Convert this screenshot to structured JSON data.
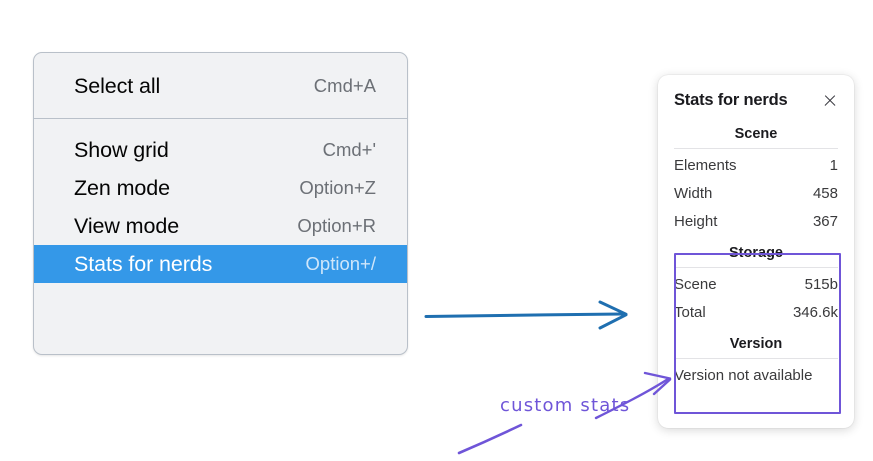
{
  "context_menu": {
    "groups": [
      {
        "items": [
          {
            "label": "Select all",
            "shortcut": "Cmd+A",
            "selected": false
          }
        ]
      },
      {
        "items": [
          {
            "label": "Show grid",
            "shortcut": "Cmd+'",
            "selected": false
          },
          {
            "label": "Zen mode",
            "shortcut": "Option+Z",
            "selected": false
          },
          {
            "label": "View mode",
            "shortcut": "Option+R",
            "selected": false
          },
          {
            "label": "Stats for nerds",
            "shortcut": "Option+/",
            "selected": true
          }
        ]
      }
    ],
    "selected_color": "#3498e8",
    "background": "#f1f2f4"
  },
  "stats_panel": {
    "title": "Stats for nerds",
    "close_icon": "close-icon",
    "sections": [
      {
        "name": "Scene",
        "rows": [
          {
            "key": "Elements",
            "value": "1"
          },
          {
            "key": "Width",
            "value": "458"
          },
          {
            "key": "Height",
            "value": "367"
          }
        ]
      },
      {
        "name": "Storage",
        "rows": [
          {
            "key": "Scene",
            "value": "515b"
          },
          {
            "key": "Total",
            "value": "346.6k"
          }
        ]
      },
      {
        "name": "Version",
        "single": "Version not available"
      }
    ]
  },
  "annotations": {
    "highlight_color": "#6f55d8",
    "arrow_blue_color": "#1f6fb0",
    "custom_stats_label": "custom stats"
  }
}
